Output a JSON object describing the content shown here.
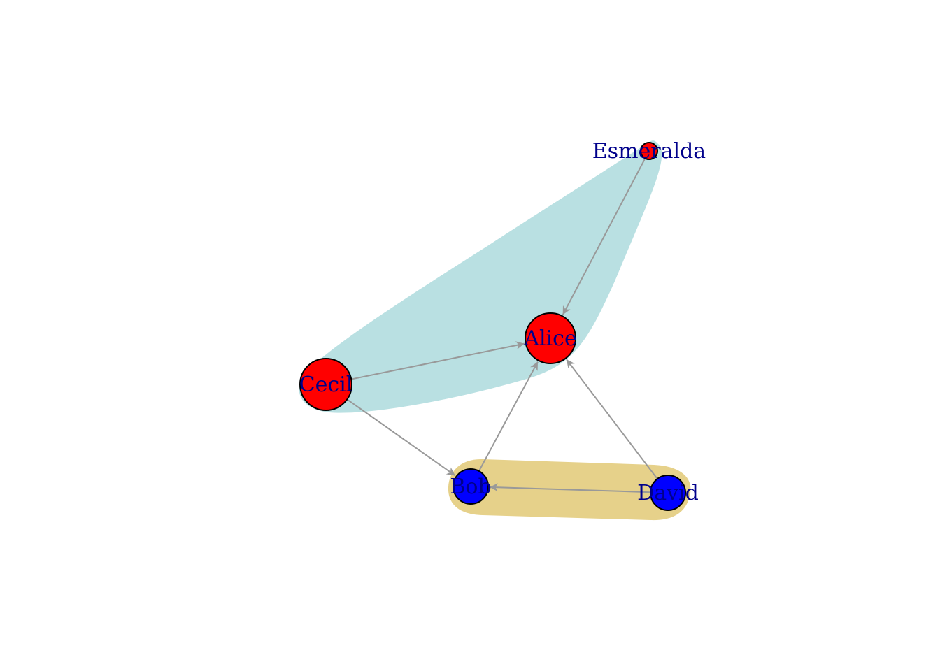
{
  "graph": {
    "type": "directed-network",
    "colors": {
      "edge": "#999999",
      "label": "#00008b",
      "node_stroke": "#000000",
      "group_a": "red",
      "group_b": "blue",
      "hull_a": "#b9e0e2",
      "hull_b": "#e6d18a"
    },
    "nodes": [
      {
        "id": "alice",
        "label": "Alice",
        "group": "a"
      },
      {
        "id": "bob",
        "label": "Bob",
        "group": "b"
      },
      {
        "id": "cecil",
        "label": "Cecil",
        "group": "a"
      },
      {
        "id": "david",
        "label": "David",
        "group": "b"
      },
      {
        "id": "esmeralda",
        "label": "Esmeralda",
        "group": "a"
      }
    ],
    "edges": [
      {
        "from": "esmeralda",
        "to": "alice"
      },
      {
        "from": "cecil",
        "to": "alice"
      },
      {
        "from": "bob",
        "to": "alice"
      },
      {
        "from": "david",
        "to": "alice"
      },
      {
        "from": "cecil",
        "to": "bob"
      },
      {
        "from": "david",
        "to": "bob"
      }
    ],
    "groups": [
      {
        "id": "a",
        "members": [
          "esmeralda",
          "alice",
          "cecil"
        ]
      },
      {
        "id": "b",
        "members": [
          "bob",
          "david"
        ]
      }
    ]
  }
}
